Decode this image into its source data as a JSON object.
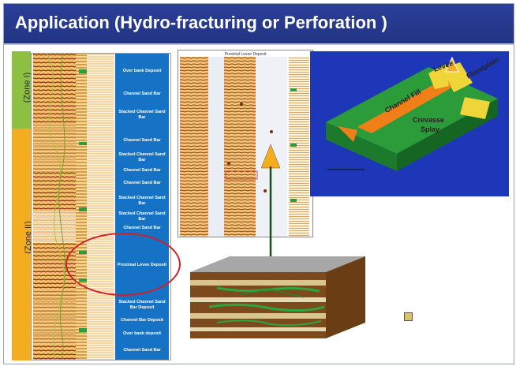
{
  "title": "Application (Hydro-fracturing or Perforation )",
  "zones": {
    "zone1": "(Zone I)",
    "zone2": "(Zone II)"
  },
  "facies": [
    {
      "label": "Over bank Deposit"
    },
    {
      "label": "Channel Sand Bar"
    },
    {
      "label": "Stacked Channel Sand Bar"
    },
    {
      "label": "Channel Sand Bar"
    },
    {
      "label": "Stacked Channel Sand Bar"
    },
    {
      "label": "Channel Sand Bar"
    },
    {
      "label": "Channel Sand Bar"
    },
    {
      "label": "Stacked Channel Sand Bar"
    },
    {
      "label": "Stacked Channel Sand Bar"
    },
    {
      "label": "Channel Sand Bar"
    },
    {
      "label": "Proximal Levee Deposit"
    },
    {
      "label": "Stacked Channel Sand Bar Deposit"
    },
    {
      "label": "Channel Bar Deposit"
    },
    {
      "label": "Over bank deposit"
    },
    {
      "label": "Channel Sand Bar"
    }
  ],
  "mid_panel": {
    "title": "Proximal Levee Deposit"
  },
  "block_labels": {
    "channel_fill": "Channel Fill",
    "levee": "Levee",
    "floodplain": "Floodplain",
    "crevasse": "Crevasse",
    "splay": "Splay"
  },
  "colors": {
    "title_bg": "#223482",
    "zone1": "#8dbf43",
    "zone2": "#f3ad1e",
    "facies_box": "#1572c4",
    "ring": "#d0212a",
    "block_bg": "#1e36b8",
    "arrow": "#f3ad1e"
  }
}
